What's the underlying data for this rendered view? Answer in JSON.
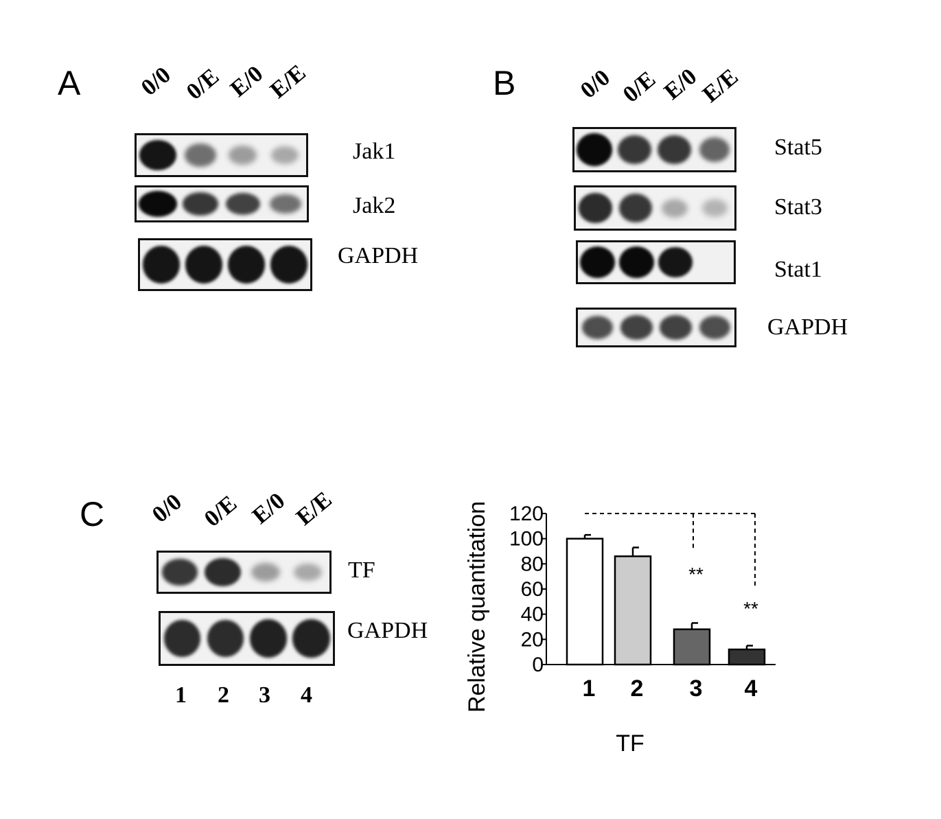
{
  "colors": {
    "ink": "#111111",
    "background": "#ffffff"
  },
  "panel_a": {
    "letter": "A",
    "lanes": [
      "0/0",
      "0/E",
      "E/0",
      "E/E"
    ],
    "blots": [
      {
        "name": "jak1",
        "label": "Jak1",
        "intensity": [
          0.95,
          0.55,
          0.35,
          0.3
        ]
      },
      {
        "name": "jak2",
        "label": "Jak2",
        "intensity": [
          1.0,
          0.8,
          0.75,
          0.55
        ]
      },
      {
        "name": "gapdh",
        "label": "GAPDH",
        "intensity": [
          0.95,
          0.95,
          0.95,
          0.95
        ]
      }
    ]
  },
  "panel_b": {
    "letter": "B",
    "lanes": [
      "0/0",
      "0/E",
      "E/0",
      "E/E"
    ],
    "blots": [
      {
        "name": "stat5",
        "label": "Stat5",
        "intensity": [
          1.0,
          0.8,
          0.8,
          0.6
        ]
      },
      {
        "name": "stat3",
        "label": "Stat3",
        "intensity": [
          0.85,
          0.8,
          0.3,
          0.25
        ]
      },
      {
        "name": "stat1",
        "label": "Stat1",
        "intensity": [
          1.0,
          1.0,
          0.95,
          0.0
        ]
      },
      {
        "name": "gapdh",
        "label": "GAPDH",
        "intensity": [
          0.7,
          0.75,
          0.75,
          0.7
        ]
      }
    ]
  },
  "panel_c": {
    "letter": "C",
    "lanes": [
      "0/0",
      "0/E",
      "E/0",
      "E/E"
    ],
    "lane_numbers": [
      "1",
      "2",
      "3",
      "4"
    ],
    "blots": [
      {
        "name": "tf",
        "label": "TF",
        "intensity": [
          0.8,
          0.85,
          0.35,
          0.3
        ]
      },
      {
        "name": "gapdh",
        "label": "GAPDH",
        "intensity": [
          0.85,
          0.85,
          0.9,
          0.9
        ]
      }
    ]
  },
  "chart_data": {
    "type": "bar",
    "categories": [
      "1",
      "2",
      "3",
      "4"
    ],
    "values": [
      100,
      86,
      28,
      12
    ],
    "errors": [
      3,
      7,
      5,
      3
    ],
    "bar_colors": [
      "#ffffff",
      "#cccccc",
      "#666666",
      "#333333"
    ],
    "ylabel": "Relative quantitation",
    "xlabel": "TF",
    "ylim": [
      0,
      120
    ],
    "yticks": [
      0,
      20,
      40,
      60,
      80,
      100,
      120
    ],
    "significance": [
      {
        "category": "3",
        "label": "**"
      },
      {
        "category": "4",
        "label": "**"
      }
    ],
    "bracket": {
      "from": "1",
      "to": [
        "3",
        "4"
      ]
    },
    "grid": false,
    "legend": "none"
  }
}
